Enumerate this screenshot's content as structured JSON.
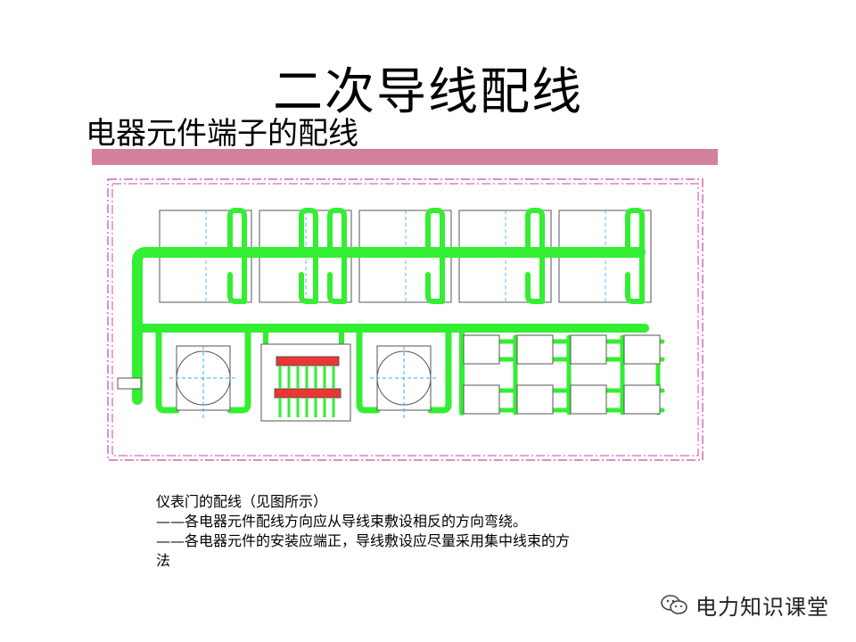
{
  "slide": {
    "title": "二次导线配线",
    "subtitle": "电器元件端子的配线",
    "accent_color": "#d4809c",
    "wire_color": "#33ee33",
    "frame_color": "#cc44aa"
  },
  "notes": {
    "heading": "仪表门的配线（见图所示）",
    "line1": "——各电器元件配线方向应从导线束敷设相反的方向弯绕。",
    "line2": "——各电器元件的安装应端正，导线敷设应尽量采用集中线束的方",
    "line3": "法"
  },
  "diagram": {
    "meters_top_count": 5,
    "round_instruments": 2,
    "relay_blocks": 8,
    "terminal_block": "terminal-block"
  },
  "watermark": {
    "icon": "wechat-icon",
    "text": "电力知识课堂"
  }
}
